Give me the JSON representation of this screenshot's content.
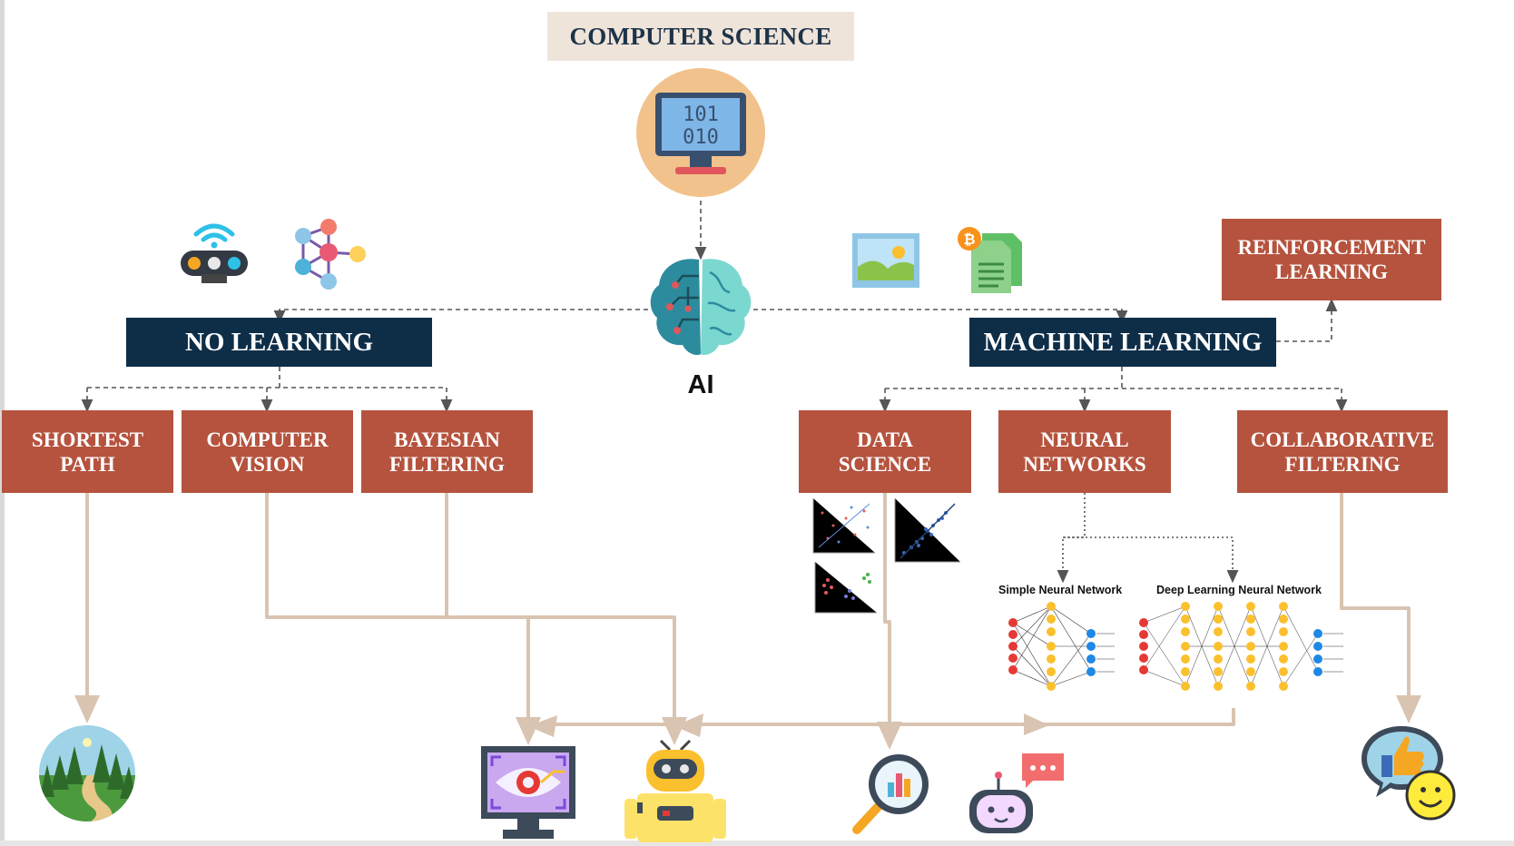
{
  "root": {
    "title": "COMPUTER SCIENCE"
  },
  "center": {
    "label": "AI"
  },
  "branches": {
    "no_learning": {
      "label": "NO LEARNING",
      "children": [
        {
          "label": "SHORTEST\nPATH"
        },
        {
          "label": "COMPUTER\nVISION"
        },
        {
          "label": "BAYESIAN\nFILTERING"
        }
      ]
    },
    "machine_learning": {
      "label": "MACHINE LEARNING",
      "side": {
        "label": "REINFORCEMENT\nLEARNING"
      },
      "children": [
        {
          "label": "DATA\nSCIENCE"
        },
        {
          "label": "NEURAL\nNETWORKS"
        },
        {
          "label": "COLLABORATIVE\nFILTERING"
        }
      ]
    }
  },
  "neural_networks": {
    "simple_label": "Simple Neural Network",
    "deep_label": "Deep Learning Neural Network"
  },
  "icons": [
    "computer-binary-icon",
    "brain-circuit-icon",
    "smart-speaker-icon",
    "network-graph-icon",
    "image-icon",
    "bitcoin-document-icon",
    "scatter-plots-icon",
    "forest-path-icon",
    "eye-monitor-icon",
    "robot-icon",
    "magnifier-chart-icon",
    "chatbot-icon",
    "thumbs-up-smiley-icon"
  ],
  "colors": {
    "navy": "#0e2e48",
    "rust": "#b5533e",
    "title_bg": "#efe4da",
    "connector": "#d9c4b1",
    "dashed": "#555555"
  }
}
